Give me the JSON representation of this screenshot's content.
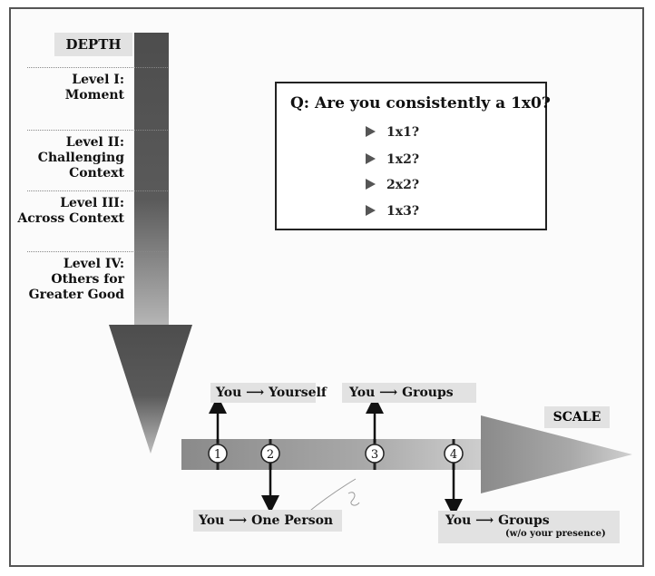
{
  "depth": {
    "title": "DEPTH",
    "levels": [
      {
        "line1": "Level I:",
        "line2": "Moment",
        "line3": ""
      },
      {
        "line1": "Level II:",
        "line2": "Challenging",
        "line3": "Context"
      },
      {
        "line1": "Level III:",
        "line2": "Across Context",
        "line3": ""
      },
      {
        "line1": "Level IV:",
        "line2": "Others for",
        "line3": "Greater Good"
      }
    ]
  },
  "question": {
    "title": "Q: Are you consistently a 1x0?",
    "items": [
      "1x1?",
      "1x2?",
      "2x2?",
      "1x3?"
    ]
  },
  "scale": {
    "title": "SCALE",
    "markers": [
      "1",
      "2",
      "3",
      "4"
    ],
    "connections": [
      {
        "from": "You",
        "to": "Yourself",
        "note": ""
      },
      {
        "from": "You",
        "to": "One Person",
        "note": ""
      },
      {
        "from": "You",
        "to": "Groups",
        "note": ""
      },
      {
        "from": "You",
        "to": "Groups",
        "note": "(w/o your presence)"
      }
    ]
  },
  "colors": {
    "depth_bar": "#4d4d4d",
    "scale_arrow": "#9a9a9a",
    "label_bg": "#e2e2e2"
  }
}
